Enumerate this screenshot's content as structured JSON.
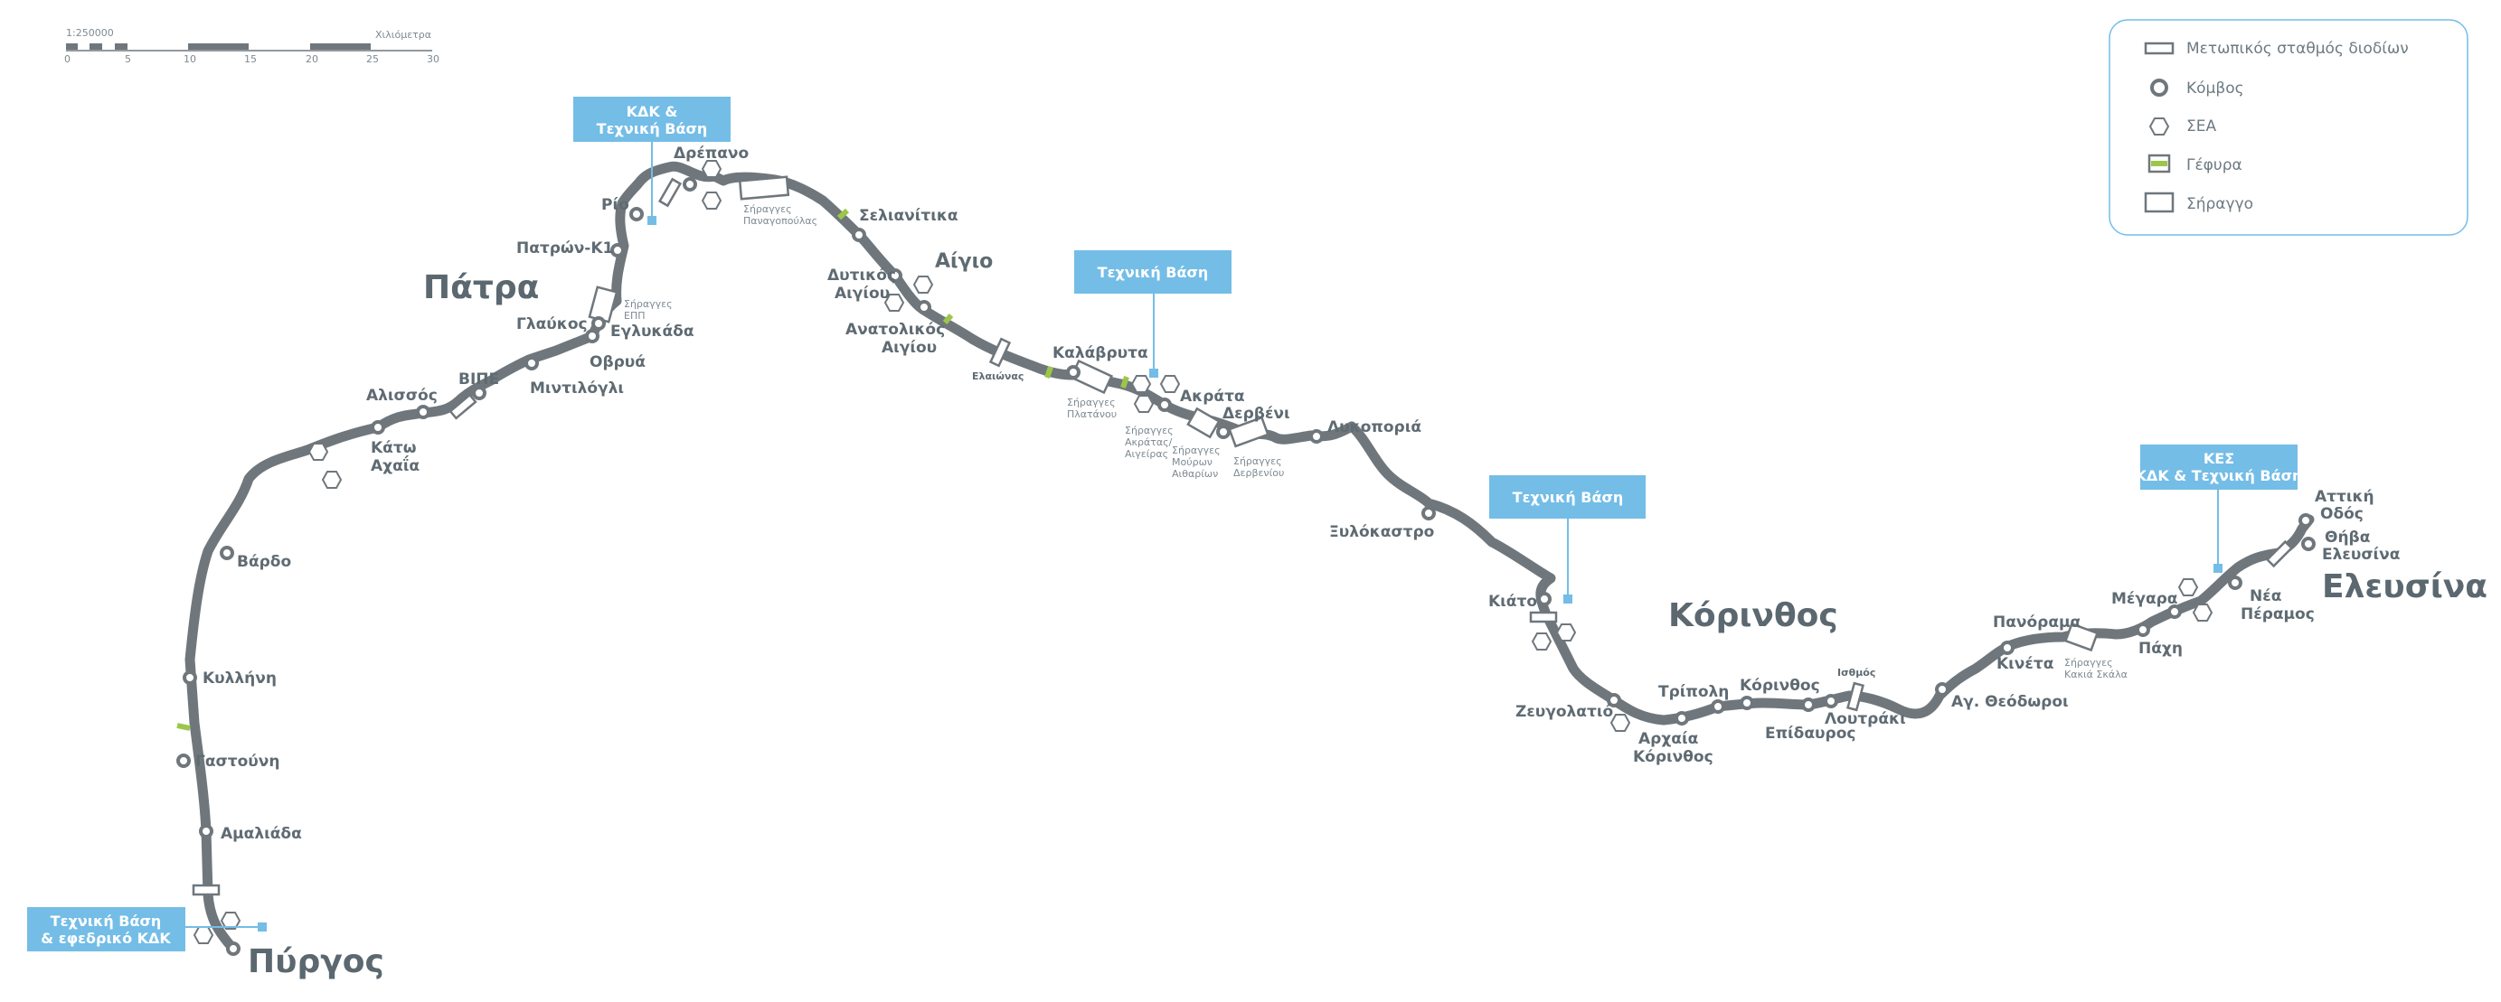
{
  "colors": {
    "route": "#6f777d",
    "node_stroke": "#6f777d",
    "bridge": "#9cc64a",
    "base": "#74bde7",
    "legend_border": "#74bde7",
    "text": "#5f6b73"
  },
  "scale_bar": {
    "ratio": "1:250000",
    "unit": "Χιλιόμετρα",
    "ticks": [
      "0",
      "5",
      "10",
      "15",
      "20",
      "25",
      "30"
    ]
  },
  "legend": {
    "toll": "Μετωπικός σταθμός διοδίων",
    "node": "Κόμβος",
    "sea": "ΣΕΑ",
    "bridge": "Γέφυρα",
    "tunnel": "Σήραγγο"
  },
  "cities": {
    "patra": "Πάτρα",
    "aigio": "Αίγιο",
    "korinthos": "Κόρινθος",
    "elefsina": "Ελευσίνα",
    "pyrgos": "Πύργος"
  },
  "bases": {
    "kdk_rio_1": "ΚΔΚ &",
    "kdk_rio_2": "Τεχνική Βάση",
    "akrata": "Τεχνική Βάση",
    "kiato": "Τεχνική Βάση",
    "elefsina_1": "ΚΕΣ",
    "elefsina_2": "ΚΔΚ & Τεχνική Βάση",
    "pyrgos_1": "Τεχνική Βάση",
    "pyrgos_2": "& εφεδρικό ΚΔΚ"
  },
  "nodes": {
    "rio": "Ρίο",
    "drepano": "Δρέπανο",
    "patron_k1": "Πατρών-Κ1",
    "glafkos": "Γλαύκος",
    "eglykada": "Εγλυκάδα",
    "ovrya": "Οβρυά",
    "mintilogli": "Μιντιλόγλι",
    "vipe": "ΒΙΠΕ",
    "alissos": "Αλισσός",
    "kato_achaia_1": "Κάτω",
    "kato_achaia_2": "Αχαΐα",
    "vardo": "Βάρδο",
    "kyllini": "Κυλλήνη",
    "gastouni": "Γαστούνη",
    "amaliada": "Αμαλιάδα",
    "selianitika": "Σελιανίτικα",
    "dytikos_1": "Δυτικός",
    "dytikos_2": "Αιγίου",
    "anatolikos_1": "Ανατολικός",
    "anatolikos_2": "Αιγίου",
    "kalavryta": "Καλάβρυτα",
    "akrata": "Ακράτα",
    "derveni": "Δερβένι",
    "lykoporia": "Λυκοποριά",
    "xylokastro": "Ξυλόκαστρο",
    "kiato": "Κιάτο",
    "zevgolatio": "Ζευγολατιό",
    "archaia_1": "Αρχαία",
    "archaia_2": "Κόρινθος",
    "tripoli": "Τρίπολη",
    "korinthos": "Κόρινθος",
    "epidavros": "Επίδαυρος",
    "loutraki": "Λουτράκι",
    "ag_theodoroi": "Αγ. Θεόδωροι",
    "kineta": "Κινέτα",
    "panorama": "Πανόραμα",
    "pachi": "Πάχη",
    "megara": "Μέγαρα",
    "nea_1": "Νέα",
    "nea_2": "Πέραμος",
    "attiki_1": "Αττική",
    "attiki_2": "Οδός",
    "thiva_1": "Θήβα",
    "thiva_2": "Ελευσίνα"
  },
  "small_labels": {
    "tun_pan_1": "Σήραγγες",
    "tun_pan_2": "Παναγοπούλας",
    "tun_epp_1": "Σήραγγες",
    "tun_epp_2": "ΕΠΠ",
    "eleonas": "Ελαιώνας",
    "tun_plat_1": "Σήραγγες",
    "tun_plat_2": "Πλατάνου",
    "tun_akr_1": "Σήραγγες",
    "tun_akr_2": "Ακράτας/",
    "tun_akr_3": "Αιγείρας",
    "tun_mou_1": "Σήραγγες",
    "tun_mou_2": "Μούρων",
    "tun_mou_3": "Αιθαρίων",
    "tun_der_1": "Σήραγγες",
    "tun_der_2": "Δερβενίου",
    "isthmos": "Ισθμός",
    "tun_kak_1": "Σήραγγες",
    "tun_kak_2": "Κακιά Σκάλα"
  }
}
